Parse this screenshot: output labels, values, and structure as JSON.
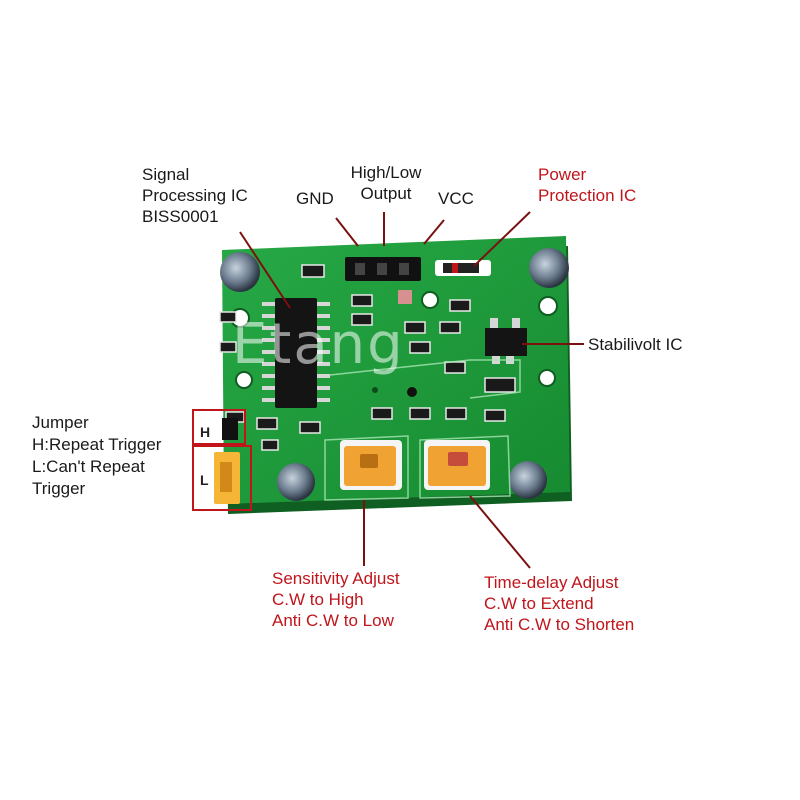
{
  "labels": {
    "signal_ic": [
      "Signal",
      "Processing IC",
      "BISS0001"
    ],
    "gnd": "GND",
    "output": [
      "High/Low",
      "Output"
    ],
    "vcc": "VCC",
    "power_ic": [
      "Power",
      "Protection IC"
    ],
    "stabilivolt": "Stabilivolt IC",
    "jumper": [
      "Jumper",
      "H:Repeat Trigger",
      "L:Can't Repeat",
      "Trigger"
    ],
    "jumper_h": "H",
    "jumper_l": "L",
    "sensitivity": [
      "Sensitivity Adjust",
      "C.W to High",
      "Anti C.W to Low"
    ],
    "timedelay": [
      "Time-delay Adjust",
      "C.W to Extend",
      "Anti C.W to Shorten"
    ]
  },
  "watermark": "Etang",
  "colors": {
    "pcb": "#1f9a3a",
    "pcb_dark": "#147a2b",
    "label_red": "#c0151b",
    "leader": "#7a1010",
    "pot_orange": "#f0a232",
    "jumper_yellow": "#f5b537"
  }
}
